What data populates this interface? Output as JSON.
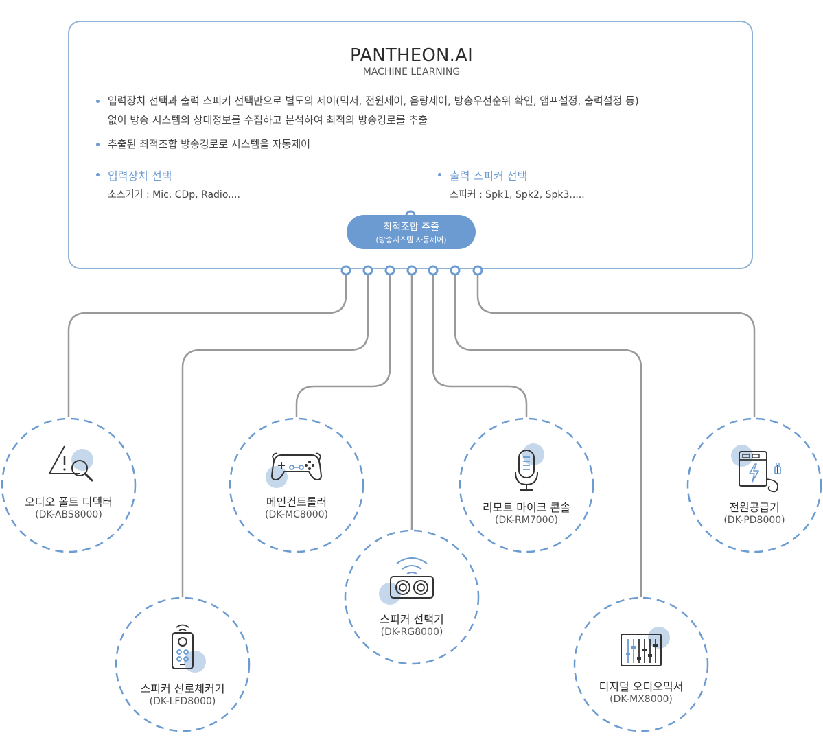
{
  "header": {
    "title": "PANTHEON.AI",
    "subtitle": "MACHINE LEARNING"
  },
  "bullets": [
    "입력장치 선택과 출력 스피커 선택만으로 별도의 제어(믹서, 전원제어, 음량제어, 방송우선순위 확인, 앰프설정, 출력설정 등)",
    "없이 방송 시스템의 상태정보를 수집하고 분석하여 최적의 방송경로를 추출",
    "추출된 최적조합 방송경로로 시스템을 자동제어"
  ],
  "input_selection": {
    "title": "입력장치 선택",
    "desc": "소스기기 : Mic, CDp, Radio...."
  },
  "output_selection": {
    "title": "출력 스피커 선택",
    "desc": "스피커 : Spk1, Spk2, Spk3....."
  },
  "extract_pill": {
    "line1": "최적조합 추출",
    "line2": "(방송시스템 자동제어)"
  },
  "colors": {
    "accent": "#6b9bd1",
    "border": "#8fb3d6",
    "line": "#999999",
    "icon": "#333333",
    "icon_fill": "#c5d7ea"
  },
  "devices": [
    {
      "name": "오디오 폴트 디텍터",
      "model": "(DK-ABS8000)",
      "icon": "warning-search-icon"
    },
    {
      "name": "스피커 선로체커기",
      "model": "(DK-LFD8000)",
      "icon": "remote-control-icon"
    },
    {
      "name": "메인컨트롤러",
      "model": "(DK-MC8000)",
      "icon": "gamepad-icon"
    },
    {
      "name": "스피커 선택기",
      "model": "(DK-RG8000)",
      "icon": "speaker-selector-icon"
    },
    {
      "name": "리모트 마이크 콘솔",
      "model": "(DK-RM7000)",
      "icon": "microphone-icon"
    },
    {
      "name": "디지털 오디오믹서",
      "model": "(DK-MX8000)",
      "icon": "mixer-icon"
    },
    {
      "name": "전원공급기",
      "model": "(DK-PD8000)",
      "icon": "power-supply-icon"
    }
  ]
}
